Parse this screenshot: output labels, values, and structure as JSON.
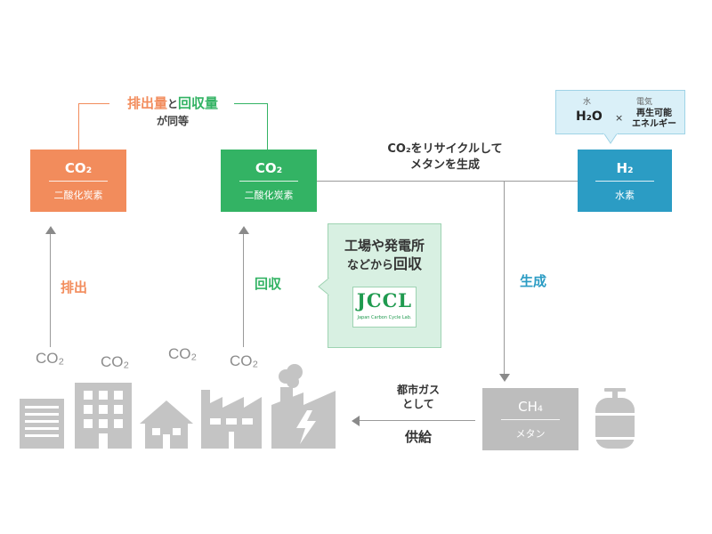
{
  "colors": {
    "emission": "#f28c5c",
    "capture": "#33b364",
    "hydrogen": "#2b9cc4",
    "methane_gray": "#bdbdbd",
    "icon_gray": "#c4c4c4",
    "callout_bg": "#d8f0e2",
    "bubble_bg": "#daf0f8"
  },
  "equal": {
    "part1": "排出量",
    "part2": "と",
    "part3": "回収量",
    "line2": "が同等"
  },
  "boxes": {
    "emitted": {
      "formula": "CO₂",
      "name": "二酸化炭素"
    },
    "captured": {
      "formula": "CO₂",
      "name": "二酸化炭素"
    },
    "hydrogen": {
      "formula": "H₂",
      "name": "水素"
    },
    "methane": {
      "formula": "CH₄",
      "name": "メタン"
    }
  },
  "recycle_label": {
    "line1": "CO₂をリサイクルして",
    "line2": "メタンを生成"
  },
  "bubble": {
    "water_small": "水",
    "water": "H₂O",
    "times": "×",
    "electricity_small": "電気",
    "renewable_line1": "再生可能",
    "renewable_line2": "エネルギー"
  },
  "callout": {
    "line1": "工場や発電所",
    "line2_prefix": "などから",
    "line2_emph": "回収",
    "logo": "JCCL",
    "logo_sub": "Japan Carbon Cycle Lab."
  },
  "flow_labels": {
    "emit": "排出",
    "capture": "回収",
    "generate": "生成"
  },
  "supply": {
    "line1": "都市ガス",
    "line2": "として",
    "line3": "供給"
  },
  "co2_labels": [
    "CO₂",
    "CO₂",
    "CO₂",
    "CO₂"
  ],
  "icons": [
    "office-building-icon",
    "apartment-building-icon",
    "house-icon",
    "factory-icon",
    "power-plant-icon",
    "gas-cylinder-icon"
  ]
}
